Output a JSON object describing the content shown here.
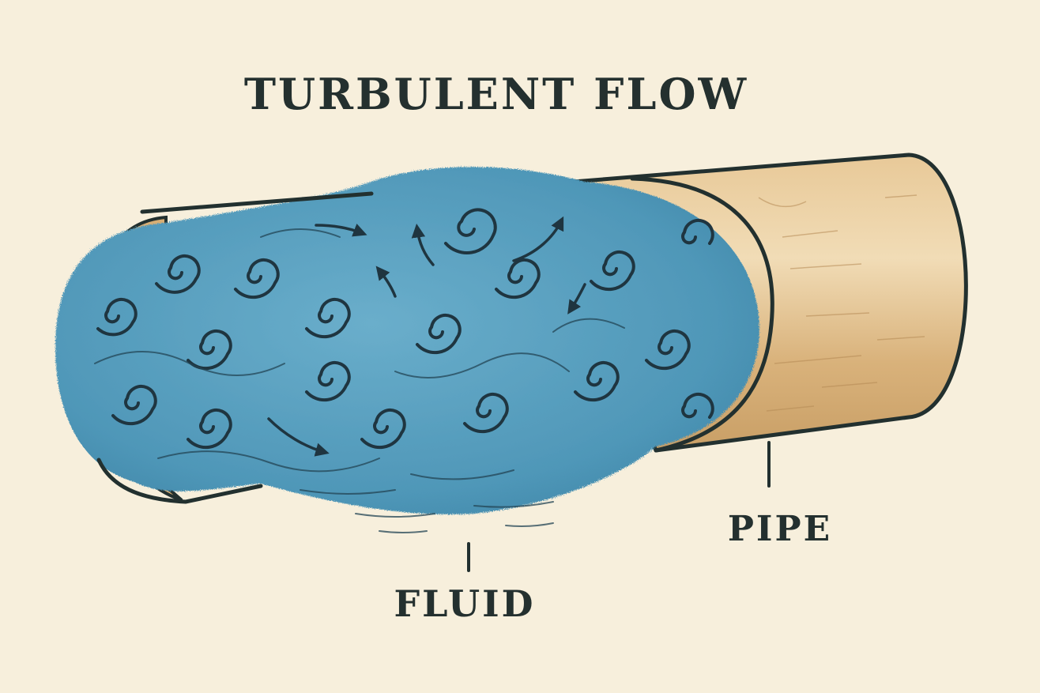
{
  "diagram": {
    "title": "TURBULENT FLOW",
    "labels": {
      "pipe": "PIPE",
      "fluid": "FLUID"
    }
  },
  "colors": {
    "background": "#f7efdc",
    "fluid": "#5a9fbf",
    "fluid_dark": "#3e83a6",
    "pipe": "#ddb682",
    "pipe_highlight": "#f1dcb6",
    "outline": "#22302f"
  },
  "icons": [
    "swirl-icon",
    "arrow-icon"
  ]
}
